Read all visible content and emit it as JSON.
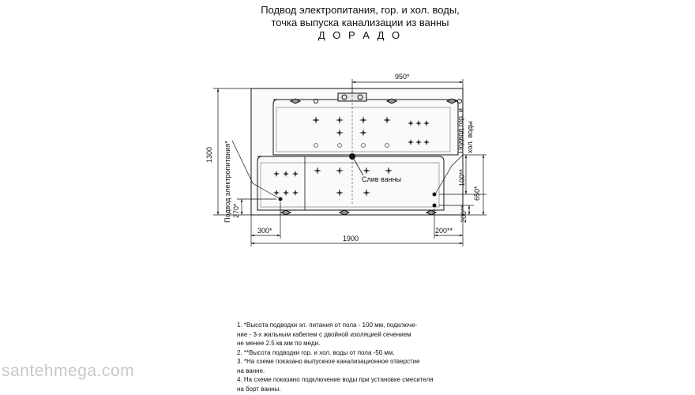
{
  "header": {
    "line1": "Подвод электропитания, гор. и хол. воды,",
    "line2": "точка выпуска канализации из ванны",
    "model": "Д О Р А Д О"
  },
  "dimensions": {
    "top_width": "950*",
    "total_height": "1300",
    "offset_270": "270*",
    "offset_100": "100**",
    "offset_650": "650*",
    "offset_200_right": "200**",
    "bottom_300": "300*",
    "bottom_total": "1900",
    "bottom_200": "200**"
  },
  "labels": {
    "power_supply": "Подвод электропитания*",
    "water_supply_line1": "Подвод гор. и",
    "water_supply_line2": "хол. воды",
    "drain": "Слив ванны"
  },
  "notes": [
    "1. *Высота подводки эл. питания от пола - 100 мм, подключе-",
    "    ние - 3-х жильным кабелем с двойной изоляцией сечением",
    "    не менее 2.5 кв.мм по меди.",
    "2. **Высота подводки гор. и хол. воды от пола -50 мм.",
    "3.  *На схеме показано выпускное канализационное отверстие",
    "      на ванне.",
    "4. На схеме показано подключение воды при установке смесителя",
    "    на борт ванны."
  ],
  "watermark": "santehmega.com"
}
